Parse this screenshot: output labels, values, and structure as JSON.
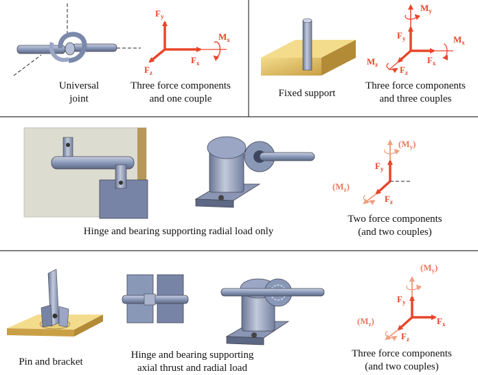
{
  "panels": {
    "universal_joint": {
      "support_label": [
        "Universal",
        "joint"
      ],
      "reaction_label": [
        "Three force components",
        "and one couple"
      ],
      "vectors": [
        "F",
        "y",
        "M",
        "x",
        "F",
        "x",
        "F",
        "z"
      ]
    },
    "fixed_support": {
      "support_label": [
        "Fixed support"
      ],
      "reaction_label": [
        "Three force components",
        "and three couples"
      ],
      "vectors": [
        "M",
        "y",
        "F",
        "y",
        "M",
        "x",
        "M",
        "z",
        "F",
        "z",
        "F",
        "x"
      ]
    },
    "radial": {
      "support_label": [
        "Hinge and bearing supporting radial load only"
      ],
      "reaction_label": [
        "Two force components",
        "(and two couples)"
      ],
      "vectors": [
        "(M",
        "y",
        ")",
        "F",
        "y",
        "(M",
        "z",
        ")",
        "F",
        "z"
      ]
    },
    "axial": {
      "pin_label": [
        "Pin and bracket"
      ],
      "support_label": [
        "Hinge and bearing supporting",
        "axial thrust and radial load"
      ],
      "reaction_label": [
        "Three force components",
        "(and two couples)"
      ],
      "vectors": [
        "(M",
        "y",
        ")",
        "F",
        "y",
        "(M",
        "z",
        ")",
        "F",
        "z",
        "F",
        "x"
      ]
    }
  },
  "colors": {
    "vector": "#e8452a",
    "moment_parenthetical": "#f0a080",
    "metal": "#8a98b8",
    "wood": "#e7c66a",
    "wall": "#dcdcd0"
  }
}
